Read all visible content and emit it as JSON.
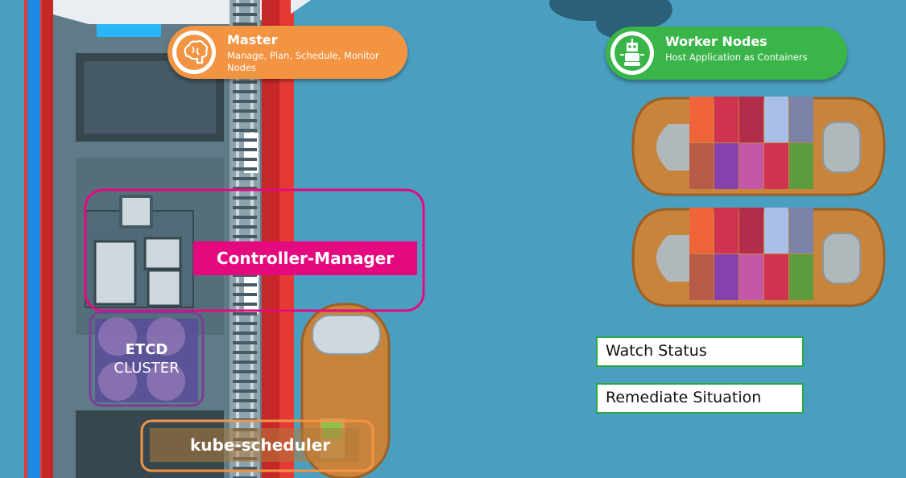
{
  "master": {
    "title": "Master",
    "subtitle": "Manage, Plan, Schedule, Monitor Nodes",
    "icon": "brain-icon",
    "color": "#f39442"
  },
  "workers": {
    "title": "Worker Nodes",
    "subtitle": "Host Application as Containers",
    "icon": "robot-icon",
    "color": "#3ab54a"
  },
  "controller_manager": {
    "label": "Controller-Manager",
    "color": "#e5097f"
  },
  "etcd": {
    "line1": "ETCD",
    "line2": "CLUSTER",
    "color": "#7d3c98"
  },
  "scheduler": {
    "label": "kube-scheduler",
    "color": "#f39442"
  },
  "actions": [
    {
      "label": "Watch Status"
    },
    {
      "label": "Remediate Situation"
    }
  ],
  "colors": {
    "sea": "#4a9fc0",
    "hull": "#c9843c",
    "deck": "#5e7b87"
  }
}
